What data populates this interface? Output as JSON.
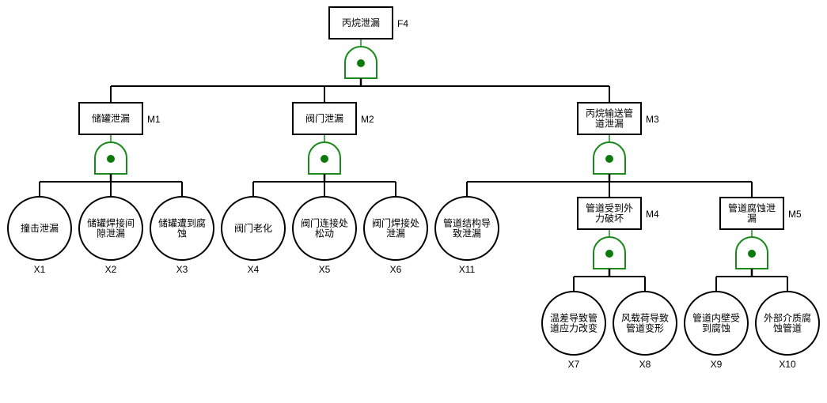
{
  "colors": {
    "gate": "#1a8a1a",
    "gate_dot": "#0a7a0a",
    "line": "#000000"
  },
  "events": {
    "F4": {
      "id": "F4",
      "label": [
        "丙烷泄漏"
      ]
    },
    "M1": {
      "id": "M1",
      "label": [
        "储罐泄漏"
      ]
    },
    "M2": {
      "id": "M2",
      "label": [
        "阀门泄漏"
      ]
    },
    "M3": {
      "id": "M3",
      "label": [
        "丙烷输送管",
        "道泄漏"
      ]
    },
    "M4": {
      "id": "M4",
      "label": [
        "管道受到外",
        "力破坏"
      ]
    },
    "M5": {
      "id": "M5",
      "label": [
        "管道腐蚀泄",
        "漏"
      ]
    }
  },
  "basic_events": {
    "X1": {
      "id": "X1",
      "label": [
        "撞击泄漏"
      ]
    },
    "X2": {
      "id": "X2",
      "label": [
        "储罐焊接间",
        "隙泄漏"
      ]
    },
    "X3": {
      "id": "X3",
      "label": [
        "储罐遭到腐",
        "蚀"
      ]
    },
    "X4": {
      "id": "X4",
      "label": [
        "阀门老化"
      ]
    },
    "X5": {
      "id": "X5",
      "label": [
        "阀门连接处",
        "松动"
      ]
    },
    "X6": {
      "id": "X6",
      "label": [
        "阀门焊接处",
        "泄漏"
      ]
    },
    "X11": {
      "id": "X11",
      "label": [
        "管道结构导",
        "致泄漏"
      ]
    },
    "X7": {
      "id": "X7",
      "label": [
        "温差导致管",
        "道应力改变"
      ]
    },
    "X8": {
      "id": "X8",
      "label": [
        "风载荷导致",
        "管道变形"
      ]
    },
    "X9": {
      "id": "X9",
      "label": [
        "管道内壁受",
        "到腐蚀"
      ]
    },
    "X10": {
      "id": "X10",
      "label": [
        "外部介质腐",
        "蚀管道"
      ]
    }
  },
  "gates": [
    {
      "id": "G-F4",
      "type": "AND",
      "output": "F4",
      "inputs": [
        "M1",
        "M2",
        "M3"
      ]
    },
    {
      "id": "G-M1",
      "type": "AND",
      "output": "M1",
      "inputs": [
        "X1",
        "X2",
        "X3"
      ]
    },
    {
      "id": "G-M2",
      "type": "AND",
      "output": "M2",
      "inputs": [
        "X4",
        "X5",
        "X6"
      ]
    },
    {
      "id": "G-M3",
      "type": "AND",
      "output": "M3",
      "inputs": [
        "X11",
        "M4",
        "M5"
      ]
    },
    {
      "id": "G-M4",
      "type": "AND",
      "output": "M4",
      "inputs": [
        "X7",
        "X8"
      ]
    },
    {
      "id": "G-M5",
      "type": "AND",
      "output": "M5",
      "inputs": [
        "X9",
        "X10"
      ]
    }
  ]
}
